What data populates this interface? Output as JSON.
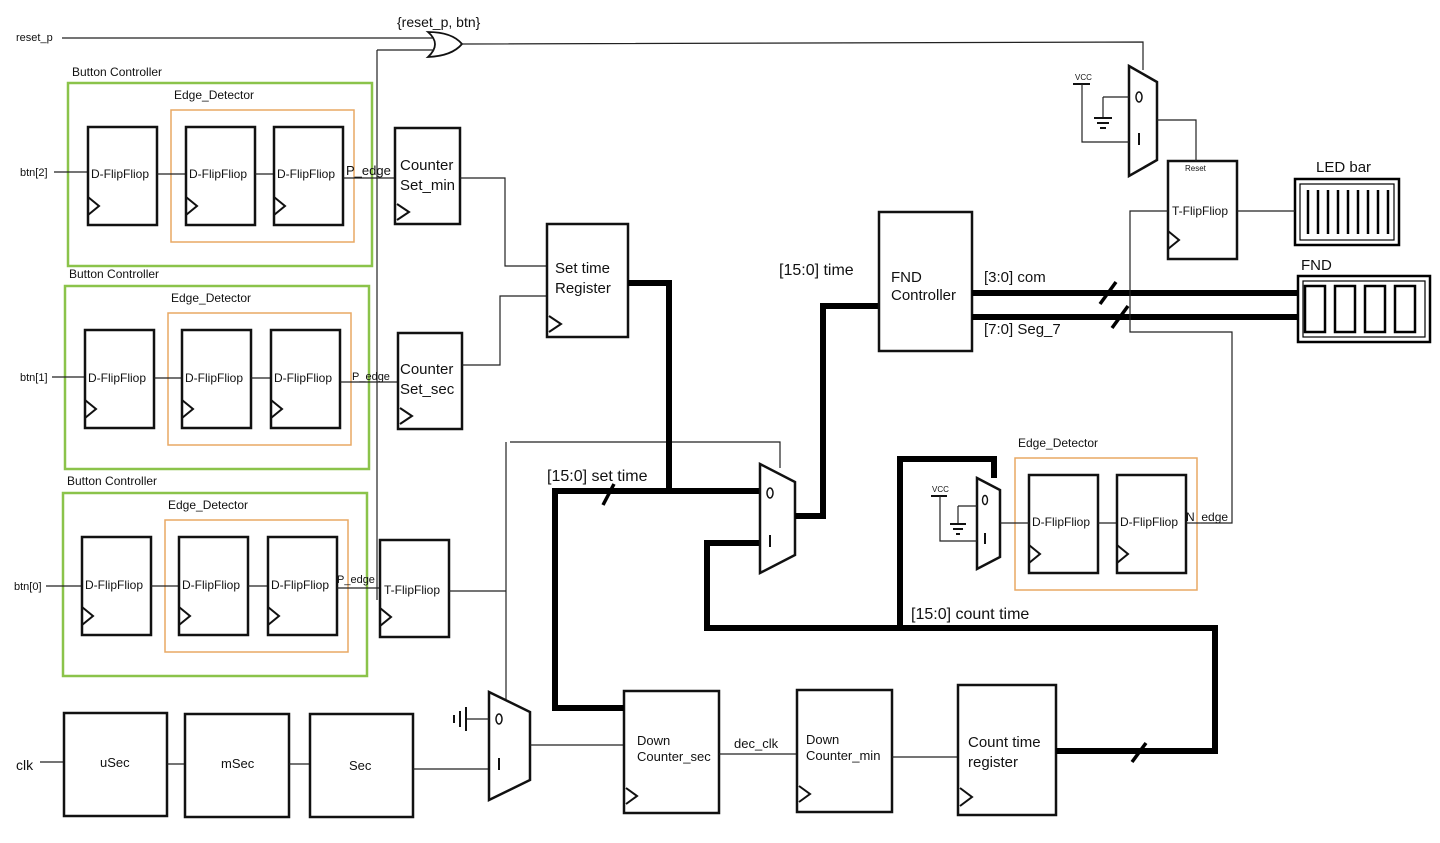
{
  "colors": {
    "button_controller_border": "#8bc34a",
    "edge_detector_border": "#e8a864",
    "wire": "#222222",
    "bus": "#000000"
  },
  "inputs": {
    "reset": "reset_p",
    "btn2": "btn[2]",
    "btn1": "btn[1]",
    "btn0": "btn[0]",
    "clk": "clk"
  },
  "labels": {
    "or_gate": "{reset_p, btn}",
    "button_controller": "Button Controller",
    "edge_detector": "Edge_Detector",
    "dff": "D-FlipFliop",
    "tff": "T-FlipFliop",
    "p_edge": "P_edge",
    "n_edge": "N_edge",
    "vcc": "VCC",
    "reset": "Reset",
    "led_bar": "LED bar",
    "fnd": "FND",
    "dec_clk": "dec_clk"
  },
  "blocks": {
    "counter_set_min": [
      "Counter",
      "Set_min"
    ],
    "counter_set_sec": [
      "Counter",
      "Set_sec"
    ],
    "set_time_register": [
      "Set time",
      "Register"
    ],
    "fnd_controller": [
      "FND",
      "Controller"
    ],
    "usec": "uSec",
    "msec": "mSec",
    "sec": "Sec",
    "down_counter_sec": [
      "Down",
      "Counter_sec"
    ],
    "down_counter_min": [
      "Down",
      "Counter_min"
    ],
    "count_time_register": [
      "Count time",
      "register"
    ]
  },
  "buses": {
    "time": "[15:0] time",
    "com": "[3:0] com",
    "seg": "[7:0] Seg_7",
    "set_time": "[15:0] set time",
    "count_time": "[15:0] count time"
  }
}
